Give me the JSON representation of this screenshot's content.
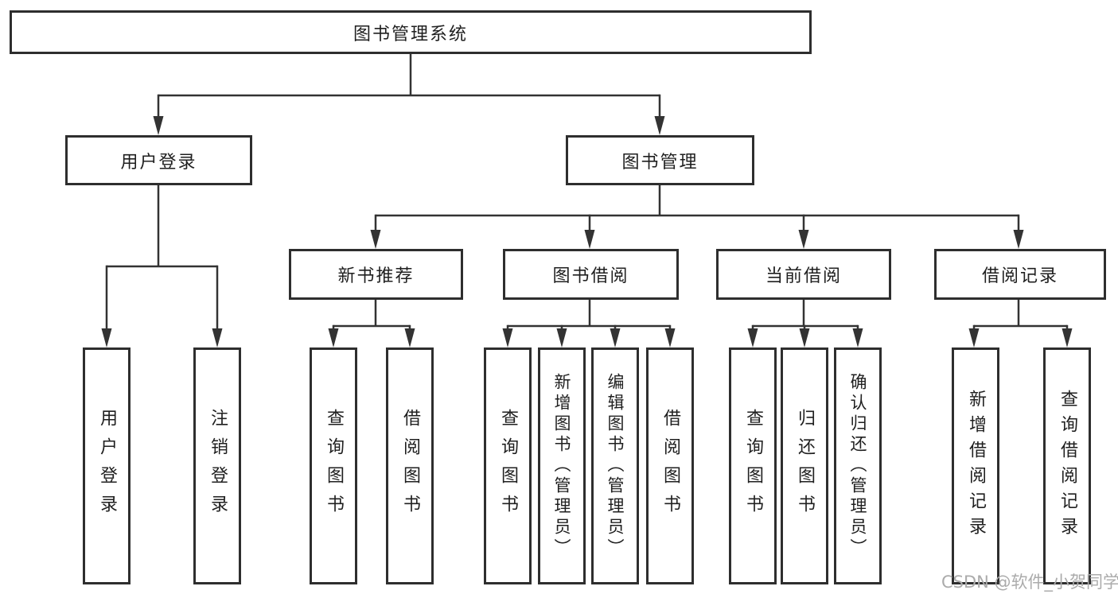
{
  "tree": {
    "label": "图书管理系统",
    "children": [
      {
        "label": "用户登录",
        "children": [
          {
            "label": "用户登录"
          },
          {
            "label": "注销登录"
          }
        ]
      },
      {
        "label": "图书管理",
        "children": [
          {
            "label": "新书推荐",
            "children": [
              {
                "label": "查询图书"
              },
              {
                "label": "借阅图书"
              }
            ]
          },
          {
            "label": "图书借阅",
            "children": [
              {
                "label": "查询图书"
              },
              {
                "label": "新增图书（管理员）"
              },
              {
                "label": "编辑图书（管理员）"
              },
              {
                "label": "借阅图书"
              }
            ]
          },
          {
            "label": "当前借阅",
            "children": [
              {
                "label": "查询图书"
              },
              {
                "label": "归还图书"
              },
              {
                "label": "确认归还（管理员）"
              }
            ]
          },
          {
            "label": "借阅记录",
            "children": [
              {
                "label": "新增借阅记录"
              },
              {
                "label": "查询借阅记录"
              }
            ]
          }
        ]
      }
    ]
  },
  "watermark": {
    "text": "CSDN @软件_小贺同学"
  },
  "colors": {
    "line": "#333333",
    "box_border": "#2e2e2e",
    "box_fill": "#ffffff",
    "text": "#1f1f1f",
    "watermark": "#ababab",
    "background": "#ffffff"
  }
}
